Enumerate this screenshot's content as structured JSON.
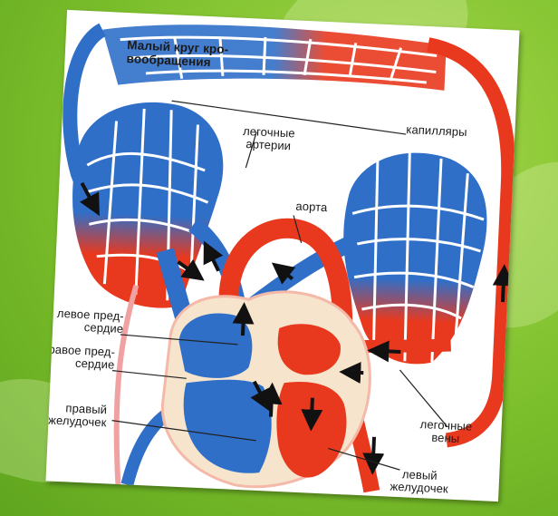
{
  "labels": {
    "small_circle": "Малый круг кро-\nвообращения",
    "capillaries": "капилляры",
    "pulmonary_arteries": "легочные\nартерии",
    "aorta": "аорта",
    "left_atrium": "левое пред-\nсердие",
    "right_atrium": "правое пред-\nсердие",
    "right_ventricle": "правый\nжелудочек",
    "pulmonary_veins": "легочные\nвены",
    "left_ventricle": "левый\nжелудочек"
  },
  "colors": {
    "venous_blue": "#2f6fc8",
    "arterial_red": "#e8391e",
    "background_green": "#7cbf2c"
  }
}
